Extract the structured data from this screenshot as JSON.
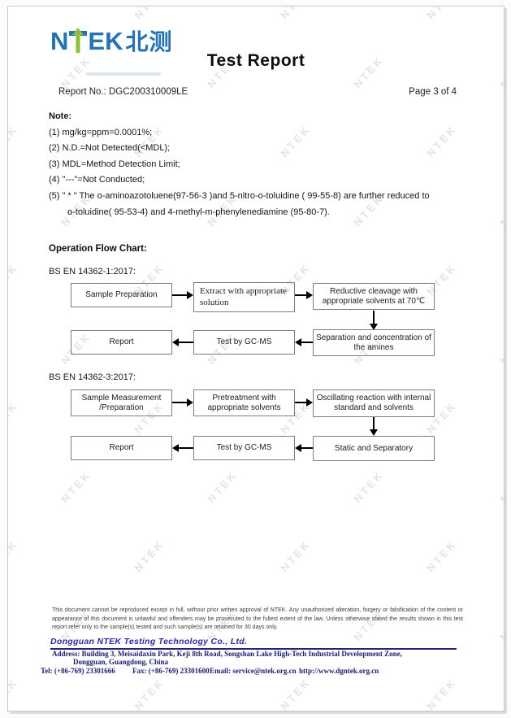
{
  "header": {
    "logo": {
      "n": "N",
      "ek": "EK",
      "cn": "北测"
    },
    "title": "Test Report",
    "report_no": "Report No.: DGC200310009LE",
    "page": "Page 3 of 4"
  },
  "note": {
    "heading": "Note:",
    "items": [
      "(1) mg/kg=ppm=0.0001%;",
      "(2) N.D.=Not Detected(<MDL);",
      "(3) MDL=Method Detection Limit;",
      "(4) \"---\"=Not Conducted;",
      "(5) \" * \" The o-aminoazotoluene(97-56-3 )and 5-nitro-o-toluidine ( 99-55-8) are further reduced to",
      "o-toluidine( 95-53-4) and 4-methyl-m-phenylenediamine (95-80-7)."
    ]
  },
  "flow_section": {
    "heading": "Operation Flow Chart:"
  },
  "flowcharts": [
    {
      "standard": "BS EN 14362-1:2017:",
      "row1": [
        "Sample Preparation",
        "Extract with appropriate solution",
        "Reductive cleavage with appropriate solvents at 70℃"
      ],
      "row2": [
        "Report",
        "Test by GC-MS",
        "Separation and concentration of the amines"
      ]
    },
    {
      "standard": "BS EN 14362-3:2017:",
      "row1": [
        "Sample Measurement /Preparation",
        "Pretreatment with appropriate solvents",
        "Oscillating reaction with internal standard and solvents"
      ],
      "row2": [
        "Report",
        "Test by GC-MS",
        "Static and Separatory"
      ]
    }
  ],
  "footer": {
    "disclaimer": "This document cannot be reproduced except in full, without prior written approval of NTEK. Any unauthorized alteration, forgery or falsification of the content or appearance of this document is unlawful and offenders may be prosecuted to the fullest extent of the law. Unless otherwise stated the results shown in this test report refer only to the sample(s) tested and such sample(s) are retained for 30 days only.",
    "company": "Dongguan NTEK Testing Technology Co., Ltd.",
    "address_line1": "Address: Building 3, Meisaidaxin Park, Keji 8th Road, Songshan Lake High-Tech Industrial Development Zone,",
    "address_line2": "Dongguan, Guangdong, China",
    "tel": "Tel: (+86-769) 23301666",
    "fax": "Fax: (+86-769) 23301600",
    "email": "Email: service@ntek.org.cn",
    "website": "http://www.dgntek.org.cn"
  },
  "watermark": {
    "text": "NTEK"
  },
  "colors": {
    "logo_blue": "#2273b8",
    "logo_green": "#8cbf3b",
    "navy": "#1b1b7e",
    "company_blue": "#2a2ab0",
    "wm_color": "#e3e4e8"
  }
}
